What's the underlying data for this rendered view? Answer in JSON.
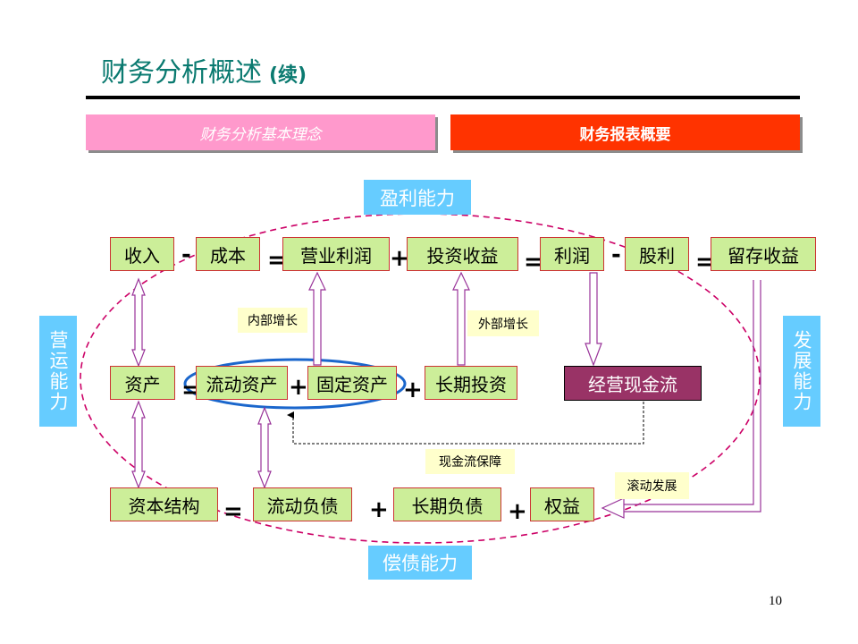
{
  "title": "财务分析概述",
  "title_suffix": "(续)",
  "tabs": [
    {
      "label": "财务分析基本理念"
    },
    {
      "label": "财务报表概要"
    }
  ],
  "abilities": {
    "top": "盈利能力",
    "left": "营运能力",
    "right": "发展能力",
    "bottom": "偿债能力"
  },
  "row1": {
    "revenue": "收入",
    "cost": "成本",
    "operating_profit": "营业利润",
    "investment_income": "投资收益",
    "profit": "利润",
    "dividend": "股利",
    "retained_earnings": "留存收益"
  },
  "row2": {
    "assets": "资产",
    "current_assets": "流动资产",
    "fixed_assets": "固定资产",
    "long_term_investment": "长期投资",
    "operating_cash_flow": "经营现金流"
  },
  "row3": {
    "capital_structure": "资本结构",
    "current_liabilities": "流动负债",
    "long_term_liabilities": "长期负债",
    "equity": "权益"
  },
  "operators": {
    "minus": "-",
    "equals": "=",
    "plus": "+"
  },
  "notes": {
    "internal_growth": "内部增长",
    "external_growth": "外部增长",
    "cash_flow_guarantee": "现金流保障",
    "rolling_development": "滚动发展"
  },
  "page_number": "10",
  "colors": {
    "title": "#0a7a70",
    "box_fill": "#ccee99",
    "box_border": "#cc3333",
    "ability_fill": "#66ccff",
    "note_fill": "#ffffcc",
    "cash_flow_fill": "#993366",
    "ellipse_dash": "#cc0066",
    "highlight_ellipse": "#1a66cc",
    "arrow_stroke": "#993399"
  }
}
